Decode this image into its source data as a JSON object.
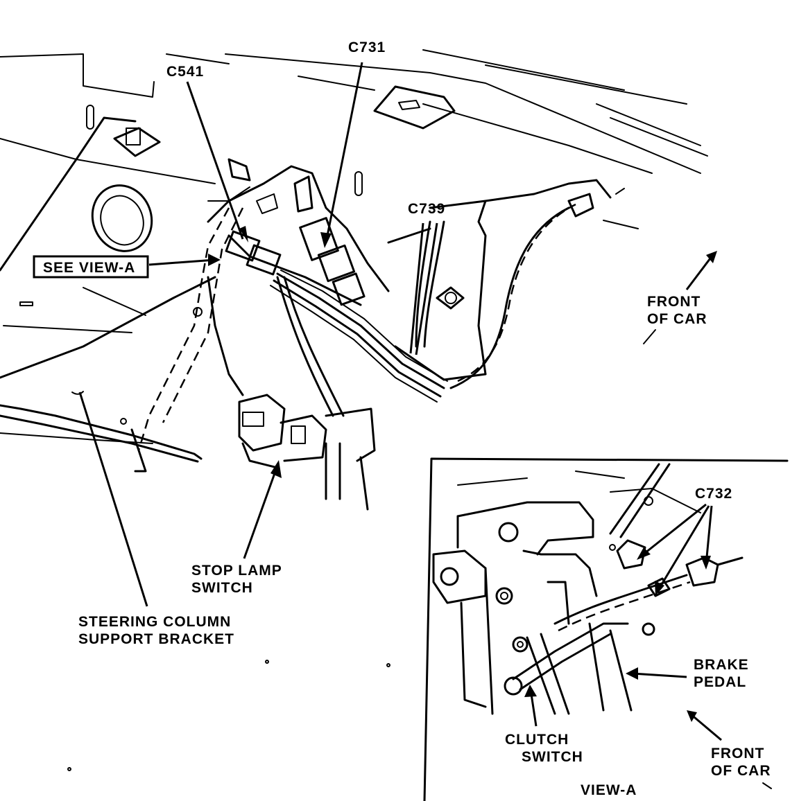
{
  "labels": {
    "c541": "C541",
    "c731": "C731",
    "c739": "C739",
    "see_view_a": "SEE VIEW-A",
    "front_of_car_main_1": "FRONT",
    "front_of_car_main_2": "OF CAR",
    "stop_lamp_1": "STOP LAMP",
    "stop_lamp_2": "SWITCH",
    "steering_1": "STEERING COLUMN",
    "steering_2": "SUPPORT BRACKET",
    "c732": "C732",
    "brake_pedal_1": "BRAKE",
    "brake_pedal_2": "PEDAL",
    "clutch_1": "CLUTCH",
    "clutch_2": "SWITCH",
    "front_of_car_inset_1": "FRONT",
    "front_of_car_inset_2": "OF CAR",
    "view_a": "VIEW-A"
  }
}
